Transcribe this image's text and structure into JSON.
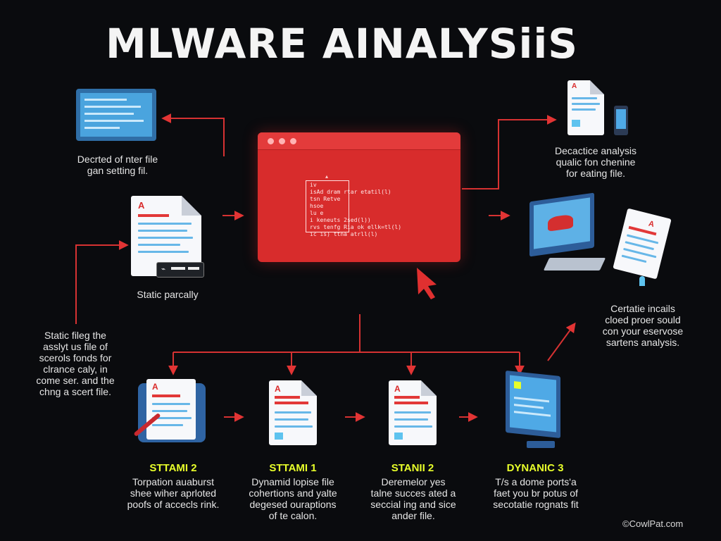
{
  "title": "MLWARE AINALYSiiS",
  "nodes": {
    "top_left": {
      "caption_lines": [
        "Decrted of nter file",
        "gan setting fil."
      ]
    },
    "static_doc": {
      "caption_lines": [
        "Static parcally"
      ]
    },
    "left_note": {
      "caption_lines": [
        "Static fileg the",
        "asslyt us file of",
        "scerols fonds for",
        "clrance caly, in",
        "come ser. and the",
        "chng a scert file."
      ]
    },
    "top_right": {
      "caption_lines": [
        "Decactice analysis",
        "qualic fon chenine",
        "for eating file."
      ]
    },
    "right_mid": {
      "caption_lines": [
        "Certatie incails",
        "cloed proer sould",
        "con your eservose",
        "sartens analysis."
      ]
    }
  },
  "main_window": {
    "code_lines": [
      "iv",
      "isAd dram rtar etatil(l)",
      "tsn Retve",
      "hsoe",
      "lu e",
      "i keneuts 2sed(l))",
      "rvs tenfg Ria ok ellk=tl(l)",
      "ic is) ttna atrll(l)"
    ]
  },
  "stages": [
    {
      "label": "STTAMI 2",
      "caption_lines": [
        "Torpation auaburst",
        "shee wiher aprloted",
        "poofs of accecls rink."
      ]
    },
    {
      "label": "STTAMI 1",
      "caption_lines": [
        "Dynamid lopise file",
        "cohertions and yalte",
        "degesed ouraptions",
        "of te calon."
      ]
    },
    {
      "label": "STANII 2",
      "caption_lines": [
        "Deremelor yes",
        "talne succes ated a",
        "seccial ing and sice",
        "ander file."
      ]
    },
    {
      "label": "DYNANIC 3",
      "caption_lines": [
        "T/s a dome ports'a",
        "faet you br potus of",
        "secotatie rognats fit"
      ]
    }
  ],
  "watermark": "©CowlPat.com",
  "colors": {
    "accent": "#d82c2c",
    "stage_label": "#e8ff2a",
    "background": "#0a0b0e",
    "doc_lines": "#67b7e8"
  }
}
